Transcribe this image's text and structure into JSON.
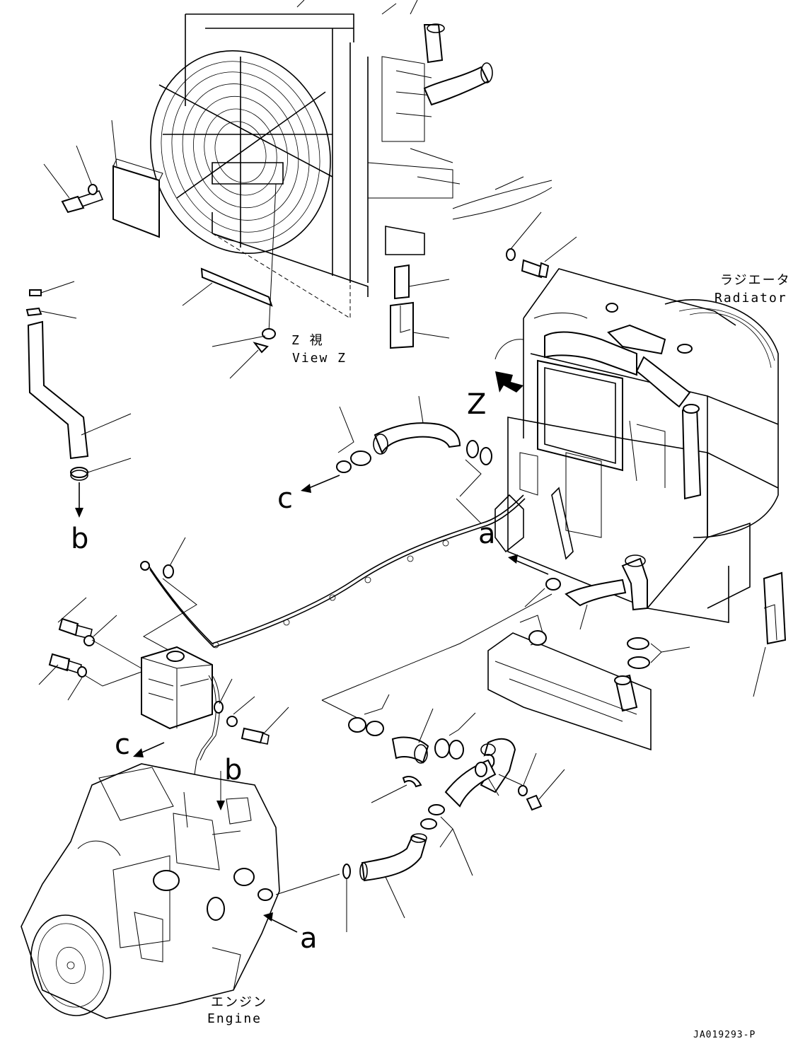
{
  "view_z": {
    "kanji": "Z 視",
    "label": "View Z"
  },
  "radiator": {
    "kana": "ラジエータ",
    "label": "Radiator"
  },
  "engine": {
    "kana": "エンジン",
    "label": "Engine"
  },
  "callouts": {
    "z": "Z",
    "c_upper": "c",
    "c_lower": "c",
    "b_left": "b",
    "b_engine": "b",
    "a_right": "a",
    "a_engine": "a"
  },
  "drawing_code": "JA019293-P"
}
